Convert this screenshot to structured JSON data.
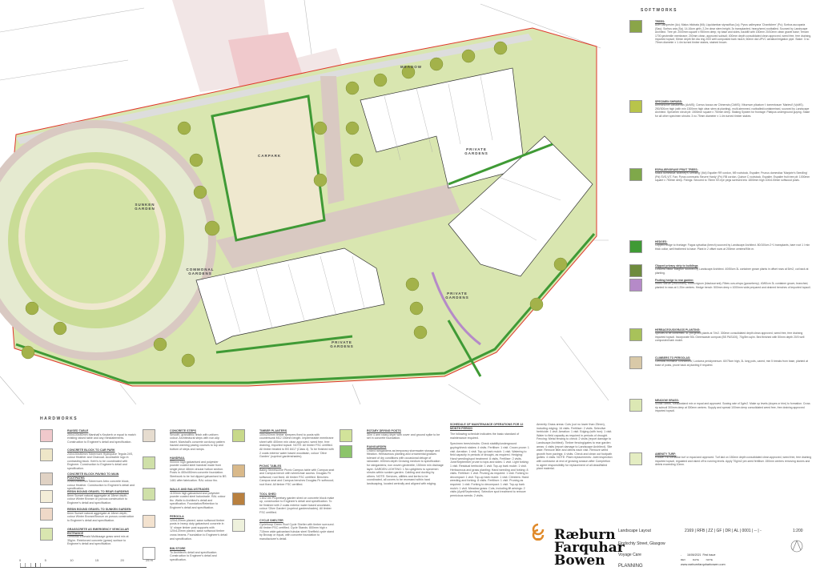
{
  "plan": {
    "labels": {
      "meadow": "MEADOW",
      "carpark": "CARPARK",
      "sunken_garden": "SUNKEN GARDEN",
      "commonal_gardens": "COMMONAL GARDENS",
      "private_gardens_ne": "PRIVATE GARDENS",
      "private_gardens_e": "PRIVATE GARDENS",
      "private_gardens_s": "PRIVATE GARDENS"
    },
    "scale_bar": [
      "0",
      "5",
      "10",
      "15",
      "20",
      "25 m"
    ],
    "colors": {
      "grass": "#d9e6b0",
      "hedge": "#3f9a35",
      "paving": "#d9c9c2",
      "boundary": "#e0362b",
      "raised_table": "#f0c9cc",
      "sand": "#efe8cf"
    }
  },
  "hardworks": {
    "title": "HARDWORKS",
    "items": [
      {
        "h": "RAISED TABLE",
        "t": "200x100x80mm Marshall's Keykerb or equal to match existing raised table and any reinstatements. Construction to Engineer's detail and specification.",
        "color": "#f0c9cc"
      },
      {
        "h": "CONCRETE BLOCK TO CAR PARK",
        "t": "240x150x80mm Tobermore Hydropave Tegula 24S, colour Heather and Charcoal. Accessible logo in contrasting block. Kerb's to be coordinated with Engineer. Construction to Engineer's detail and specification.",
        "color": "#eee6c8"
      },
      {
        "h": "CONCRETE BLOCK PAVING TO MAIN FOOTPATHS",
        "t": "225x225x80mm Tobermore Artro concrete block, colour Heather. Construction to Engineer's detail and specification.",
        "color": "#e0d2c4"
      },
      {
        "h": "RESIN BOUND GRAVEL TO REAR GARDENS",
        "t": "6mm Sunset natural aggregate at 18mm depth, colour Winter Bronze on porous construction to Engineer's detail and specification.",
        "color": "#f3edd8"
      },
      {
        "h": "RESIN BOUND GRAVEL TO SUNKEN GARDEN",
        "t": "6mm Sunset natural aggregate at 18mm depth, colour Winter Bronze/Bronze on porous construction to Engineer's detail and specification.",
        "color": "#efd9c8"
      },
      {
        "h": "GRASSCRETE AS EMERGENCY VEHICULAR ENTRANCE",
        "t": "Germinal Emerald Multiusage grass seed mix at 35g/m. Reinforced concrete (grass) surface to Engineer's detail and specification.",
        "color": "#d9e6b0"
      },
      {
        "h": "CONCRETE STEPS",
        "t": "Smooth, granolithic finish with uniform colour. Architectural steps with non-slip insert. Marshall's concrete corduroy pattern hazard warning paving courses to top and bottom of steps and ramps.",
        "color": "#e6dccf"
      },
      {
        "h": "HANDRAIL",
        "t": "900mm high galvanised and polyester powder coated steel handrail made from single piece 48mm circular hollow section. Posts in 450x450mm concrete foundation. Steelwork to be hot dipped galvanised to BS 1461 after fabrication. RAL colour tbc.",
        "color": "#cfe0a8"
      },
      {
        "h": "WALLS AND BALUSTRADES",
        "t": "1100mm high galvanised and polyester powder coated steel balustrade. RAL colour tbc. Walls to Architect's detail and specification. Foundation/Retention to Engineer's detail and specification.",
        "color": "#cfe0a8"
      },
      {
        "h": "PERGOLA",
        "t": "120x120mm planed, sawn softwood timber posts in heavy duty galvanised concrete in 'U' shape timber post supports with 120x120mm planed, sawn softwood timber cross beams. Foundation to Engineer's detail and specification.",
        "color": "#f3e2cf"
      },
      {
        "h": "BIN STORE",
        "t": "To Architect's detail and specification. Construction to Engineer's detail and specification.",
        "color": "#ffffff"
      },
      {
        "h": "TIMBER PLANTERS",
        "t": "100x200mm timber sleepers fixed to posts with countersunk M12 150mm length. Impermeable membrane sheet with 400mm min clean approved, weed free, free draining, imported topsoil. NOTE: All timber FSC certified. All timber treated to BS 8417 (Class 4). To be finished with 2 coats exterior water based woodstain, colour 'Olive Garden' (cuprinol gardenshades).",
        "color": "#c8d98a"
      },
      {
        "h": "PICNIC TABLES",
        "t": "Bailey Streetscene Picnic Campus table with Campus seat and Campus bench with wheelchair access. Douglas Fir softwood; root fixed. All timber FSC certified. Benches: Campus seat and Campus benches Douglas Fir softwood; root fixed. All timber FSC certified.",
        "color": "#d9b98a"
      },
      {
        "h": "TOOL SHED",
        "t": "1.8x2.4m Proprietary garden shed on concrete block make up, construction to Engineer's detail and specification. To be finished with 2 coats exterior water based woodstain, colour 'Olive Garden' (cuprinol gardenshades). All timber FSC certified.",
        "color": "#b9803f"
      },
      {
        "h": "CYCLE SHELTER",
        "t": "Cyclehoop Green Roof Cycle Shelter with timber surround. All timber FSC certified. Cycle Stands: 800mm high x 715mm wide galvanised tubular steel Sheffield cycle stand by Broxap or equal, with concrete foundation to manufacturer's detail.",
        "color": "#eef1dc"
      },
      {
        "h": "ROTARY DRYING POSTS",
        "t": "30m 4 arm rotary dryer with cover and ground spike to be set in concrete foundation.",
        "color": "#d2e39a"
      },
      {
        "h": "RAINGARDEN",
        "t": "Linked raingardens as temporary stormwater storage and filtration. Herbaceous planting and ornamental grasses tolerant of dry conditions with occasional deluge of rainwater. 400mm depth Growing medium to specification for raingardens; non woven geotextile; 150mm min drainage layer. GARDEN LIGHTING: 1 No uplighters to specimen shrubs within sunken garden. Cabling and ducting by others. NOTE: Services, utilities and kerbs to be coordinated, all covers to be recessed within hard landscaping, located centrally and aligned with edging.",
        "color": "#8cc46a"
      }
    ]
  },
  "maintenance": {
    "title": "SCHEDULE OF MAINTENANCE OPERATIONS FOR 12 MONTH PERIOD",
    "intro": "The following schedule indicates the basic standard of maintenance required.",
    "col1": "Specimen trees/shrubs: Check stability/underground guying/check stakes: 4 visits. Fertiliser: 1 visit. Crown prune: 1 visit. Aeration: 1 visit. Top-up bark mulch: 1 visit. Watering to field capacity in periods of drought, as required. Hedging: Hand weeding/spot treatment: 8 visits. Fertiliser: 2 visits. June/September prune to tops and sides: 1 visit. Light forking: 1 visit. Residual herbicide: 1 visit. Top-up bark mulch: 1 visit. Herbaceous and grass planting: Hand weeding and forking: 8 visits. Fertiliser: 1 visit. Pruning as required: 1 visit. Forking to decompact: 1 visit. Top-up bark mulch: 1 visit. Climbers: Hand weeding and forking: 8 visits. Fertiliser: 1 visit. Pruning as required: 1 visit. Forking to decompact: 1 visit. Top-up bark mulch: 1 visit. Meadow grass: Cuts, including lift arisings: 2 visits (April/September). Selective spot treatment to remove pernicious weeds: 2 visits.",
    "col2": "Amenity Grass areas: Cuts (cut no lower than 25mm), including edging: 16 visits. Fertiliser: 2 visits. Selective herbicide: 1 visit. Aeration: 1 visit. Edging (with iron): 1 visit. Water to field capacity as required in periods of drought. Fencing: Metal fencing to check: 2 visits (report damage to Landscape Architect). Timber fencing/gates to rear garden areas: 4 visits (report damage to Landscape Architect). Site wide: Remove litter and debris each visit. Remove weed growth from pavings: 4 visits. Check and clean out footpath gullies: 4 visits. NOTE: Plant replacements: Joint inspection with contractor at end of growing season after Completion to agree responsibility for replacement of all dead/failed plant material."
  },
  "softworks": {
    "title": "SOFTWORKS",
    "items": [
      {
        "h": "TREES:",
        "t": "Acer campestre (Ac); Malus trilobata (Mt); Liquidambar styraciflua (Ls); Pyrus calleryana 'Chanticleer' (Pc); Sorbus aucuparia (Sau); Sorbus aria (Sa). 14-16cm girth, 2.2m clear stem height, 3x transplanted, heavy/semi-rootballed. Sourced by Landscape Architect. Tree pit: 2000mm square x 950mm deep; rip base and sides, backfill with 150mm 20/10mm clean gravel base; Terram 1700 geotextile membrane; 200mm clean, approved subsoil; 400mm depth consolidated clean approved, weed free, free draining, imported topsoil; 50mm depth 5m dia ring 20/0 well composted bark mulch; 60mm dia UPVC aeration/irrigation pipe. Stake: 3 no 75mm diameter x 1.4m turned timber stakes, stained brown.",
        "color": "#8aa548"
      },
      {
        "h": "SPECIMEN SHRUBS:",
        "t": "Amelanchier canadensis (AcMS); Cornus kousa var Chinensis (CkMS); Viburnum plicatum f. tomentosum 'Mariesii' (VpMS). 250/300cm high (with min 1300mm high clear stem at planting), multi-stemmed, rootballed/containerised, sourced by Landscape Architect. Specimen shrub pit: 1500mm square x 750mm deep. Staking System for frontage: Platipus underground guying. Stake for all other specimen shrubs: 3 no 75mm diameter x 1.4m turned timber stakes.",
        "color": "#b8c44a"
      },
      {
        "h": "ESPALIER/GRAVE FRUIT TREES:",
        "t": "Malus domestica 'Bramley's Seedling' (Md) Espalier RR cordon, M9 rootstock, Espalier; Prunus domestica 'Marjorie's Seedling' (Pd) SVS-VIT, Fan; Pyrus communis 'Beurre Hardy' (Pc) RB cordon, Quince C rootstock, Espalier. Espalier fruit tree pit: 1000mm square x 750mm deep. Fixings: Secured to 75mm SS eye pegs screwed into 1800mm high 100x100mm softwood posts.",
        "color": "#7fa84a"
      },
      {
        "h": "HEDGES:",
        "t": "Clipped hedge to frontage: Fagus sylvatica (beech) sourced by Landscape Architect. 80/100cm 2+1 transplants, bare root 1 l min thick collar, well feathered to base. Plant in 2 offset rows at 200mm centres/9/lin m.",
        "color": "#3f9a35"
      },
      {
        "h": "Clipped privacy strip to buildings",
        "t": "Lonicera nitida 'Maigrun' sourced by Landscape Architect. 40/50cm 3L container grown plants in offset rows at 5/m2, cut back at planting.",
        "color": "#6e8b3d"
      },
      {
        "h": "Fruiting hedge to rear garden:",
        "t": "Ribes rubrum (redcurrant); Ribes nigrum (blackcurrant); Ribes uva-crispa (gooseberry). 40/60cm 3L container grown, branched, planted in rows at 1.20m centres. Hedge trench: 500mm deep x 1000mm wide prepared and drained trenches of imported topsoil.",
        "color": "#b58ac8"
      },
      {
        "h": "HERBACEOUS/GRASS PLANTING:",
        "t": "Species to be confirmed. 3L pot grown plants at 7/m2. 300mm consolidated depth clean approved, weed free, free draining imported topsoil. Incorporate 50L Greenwaste compost (BS PAS100), 70g/5m sq/m. Bed finished with 50mm depth 20/0 well composted bark mulch.",
        "color": "#a8c25a"
      },
      {
        "h": "CLIMBERS TO PERGOLAS:",
        "t": "Clematis montana 'Grandiflora'; Lonicera periclymenum. 60/75cm high, 3L long pots, caned, min 5 breaks from base, planted at base of posts, prune back at planting if required.",
        "color": "#d9c9a8"
      },
      {
        "h": "MEADOW GRASS:",
        "t": "Scotia Seeds, Meadowland mix or equal and approved. Sowing rate of 3g/m2. Make up levels (slopes or trim) to formation. Cross rip subsoil 300mm deep at 300mm centres. Supply and spread 100mm deep consolidated weed free, free draining approved imported topsoil.",
        "color": "#dce8b4"
      },
      {
        "h": "AMENITY TURF:",
        "t": "Rolawn RB Medallion turf or equal and approved. Turf laid on 150mm depth consolidated clean approved, weed free, free draining imported topsoil, regulated and raked off to running levels. Apply 70g/m2 pre-seed fertiliser. 150mm centres removing stones and debris exceeding 10mm.",
        "color": "#e4edc2"
      }
    ]
  },
  "title_block": {
    "company_line1": "Ræburn",
    "company_line2": "Farquhar",
    "company_line3": "Bowen",
    "drawing_title": "Landscape Layout",
    "address": "Findochty Street, Glasgow",
    "client": "Voyage Care",
    "status": "PLANNING",
    "drawing_number": "2169 | RFB | ZZ | GF | DR | AL | 0001 | -- | -",
    "scale": "1:200",
    "revision": {
      "rev": "-",
      "date": "16/06/2021",
      "note": "First issue"
    },
    "rev_headers": [
      "REV",
      "DATE",
      "NOTE"
    ],
    "website": "www.raeburnfarquharbowen.com",
    "brand_color": "#e08a2a"
  }
}
